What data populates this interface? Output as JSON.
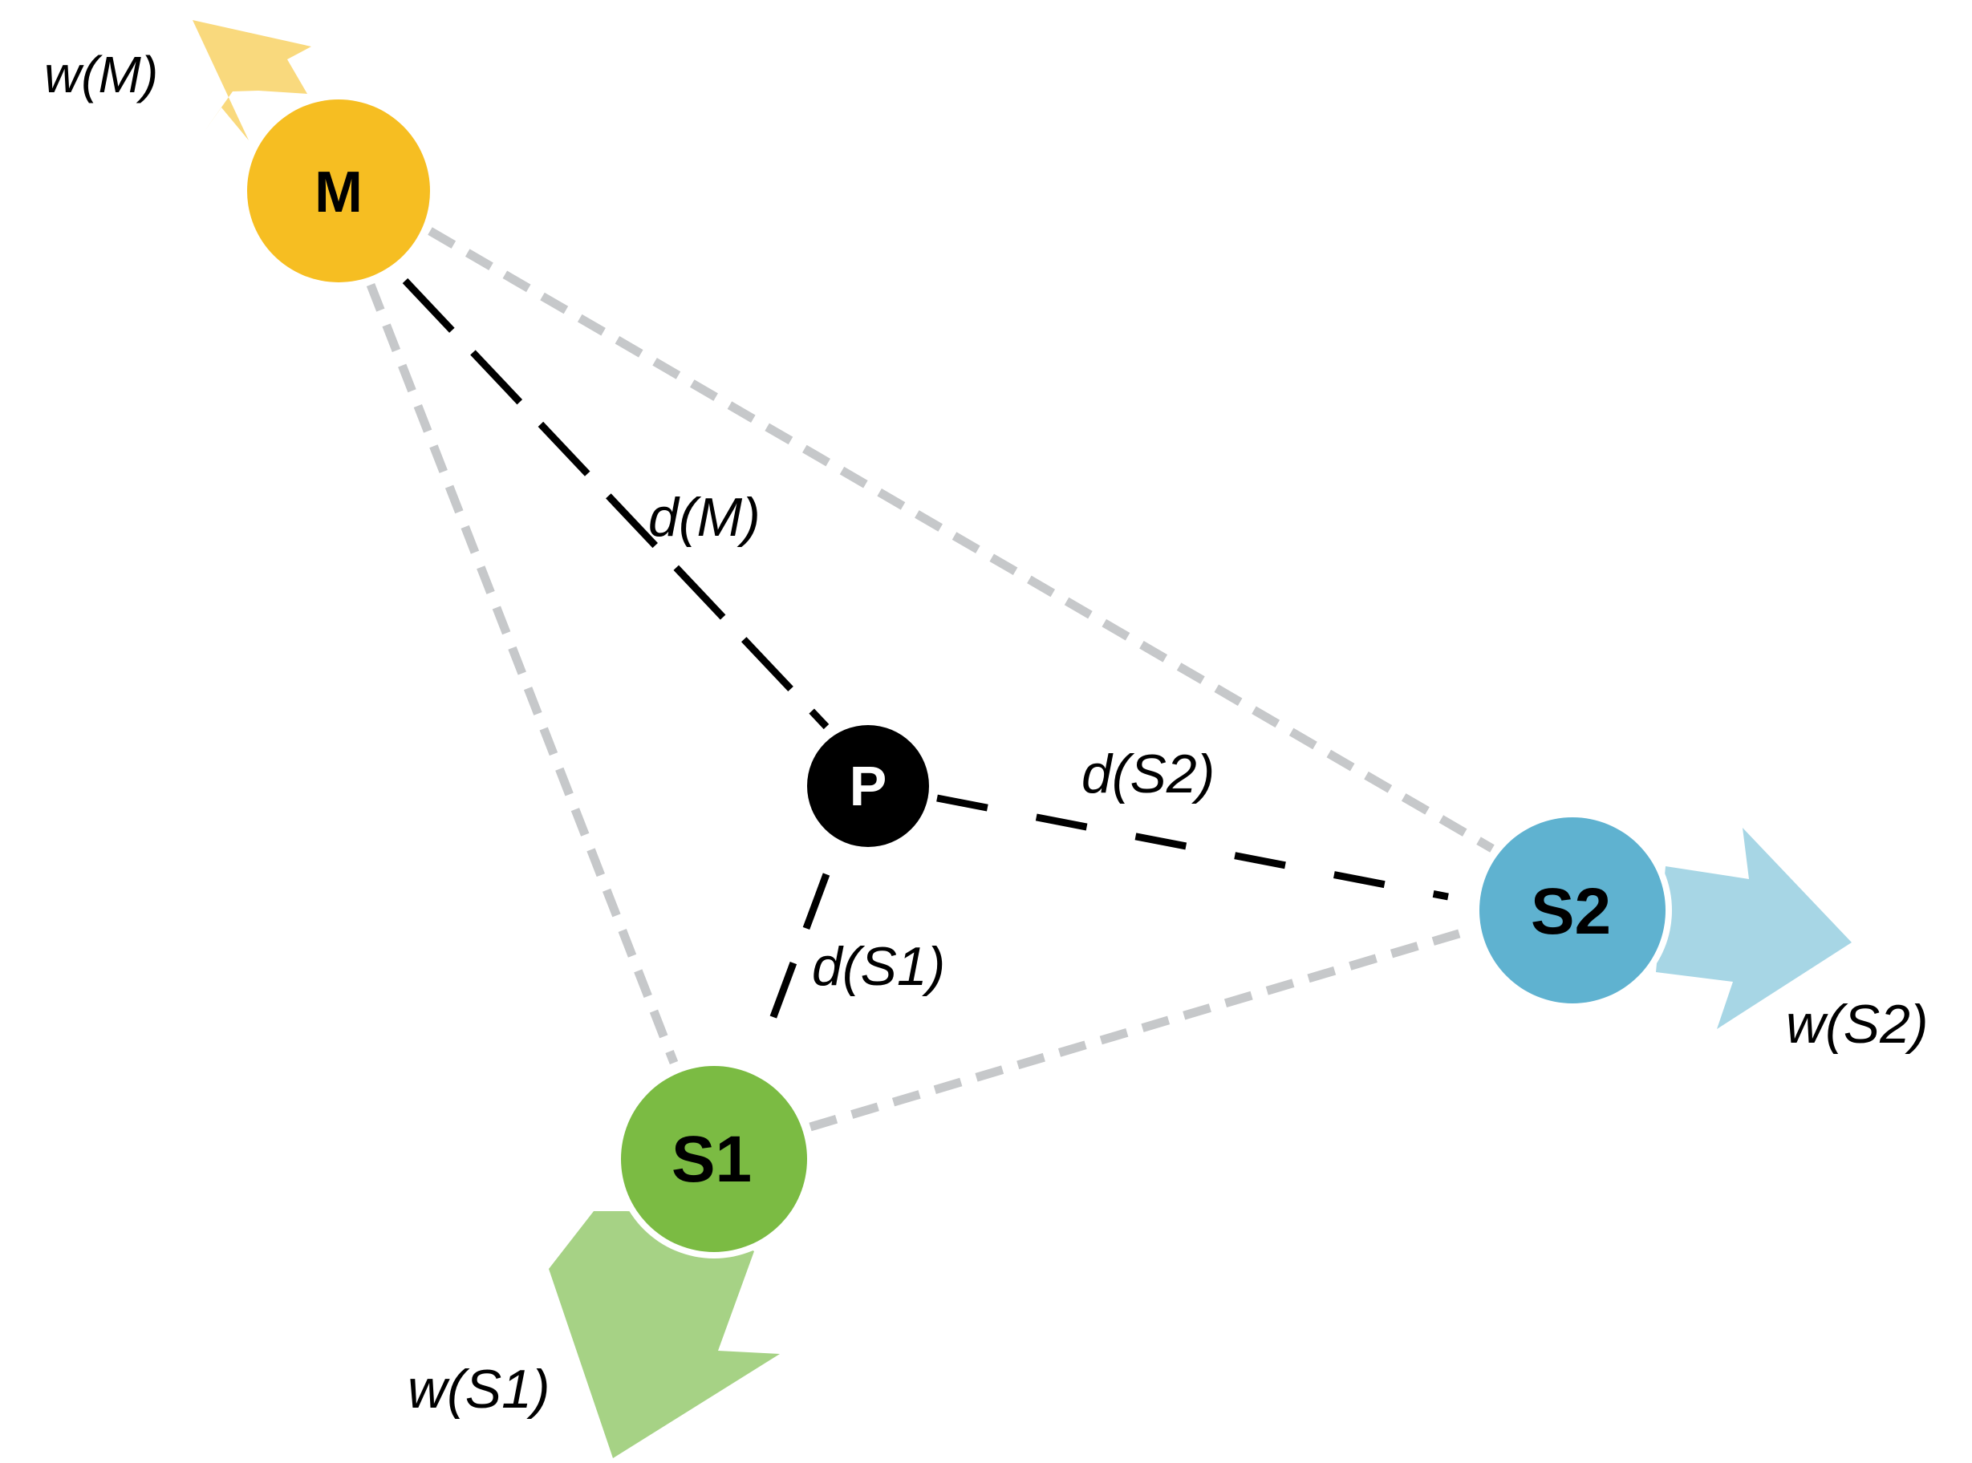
{
  "nodes": {
    "m": {
      "label": "M",
      "color": "#F6BE22"
    },
    "s1": {
      "label": "S1",
      "color": "#7BBB43"
    },
    "s2": {
      "label": "S2",
      "color": "#5FB2D0"
    },
    "p": {
      "label": "P",
      "color": "#000000"
    }
  },
  "weights": {
    "m": {
      "label": "w(M)",
      "color": "#F9D97D"
    },
    "s1": {
      "label": "w(S1)",
      "color": "#A6D285"
    },
    "s2": {
      "label": "w(S2)",
      "color": "#A7D6E5"
    }
  },
  "distances": {
    "m": "d(M)",
    "s1": "d(S1)",
    "s2": "d(S2)"
  },
  "colors": {
    "triangle_edge": "#C6C8CA",
    "distance_line": "#000000"
  }
}
